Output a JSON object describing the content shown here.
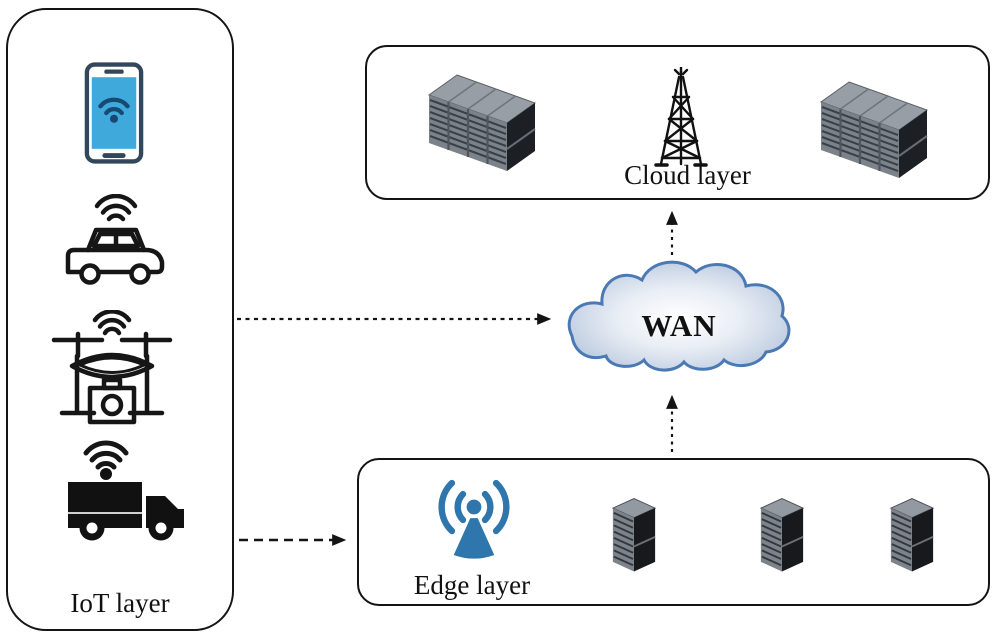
{
  "figure": {
    "iot_layer": {
      "label": "IoT layer",
      "devices": [
        "smartphone",
        "connected-car",
        "drone",
        "connected-truck"
      ]
    },
    "cloud_layer": {
      "label": "Cloud layer",
      "items": [
        "server-rack",
        "transmission-tower",
        "server-rack"
      ]
    },
    "edge_layer": {
      "label": "Edge layer",
      "items": [
        "wireless-antenna",
        "edge-server",
        "edge-server",
        "edge-server"
      ]
    },
    "wan": {
      "label": "WAN"
    },
    "connections": [
      {
        "from": "iot-layer",
        "to": "wan",
        "style": "dashed-arrow"
      },
      {
        "from": "iot-layer",
        "to": "edge-layer",
        "style": "dashed-arrow"
      },
      {
        "from": "edge-layer",
        "to": "wan",
        "style": "dotted-arrow"
      },
      {
        "from": "wan",
        "to": "cloud-layer",
        "style": "dotted-arrow"
      }
    ],
    "colors": {
      "panel_border": "#141414",
      "phone_screen_blue": "#3FA9DC",
      "phone_frame": "#33475B",
      "phone_wifi_navy": "#164A73",
      "antenna_blue": "#2F76AC",
      "cloud_stroke_blue": "#4A79B4",
      "cloud_fill_light": "#FFFFFF",
      "cloud_fill_dark": "#AEBFD8",
      "server_gray_top": "#989EA6",
      "server_gray_front": "#7B8289",
      "server_dark_side": "#1C1F23",
      "outline_black": "#161616",
      "text_black": "#111111"
    }
  }
}
